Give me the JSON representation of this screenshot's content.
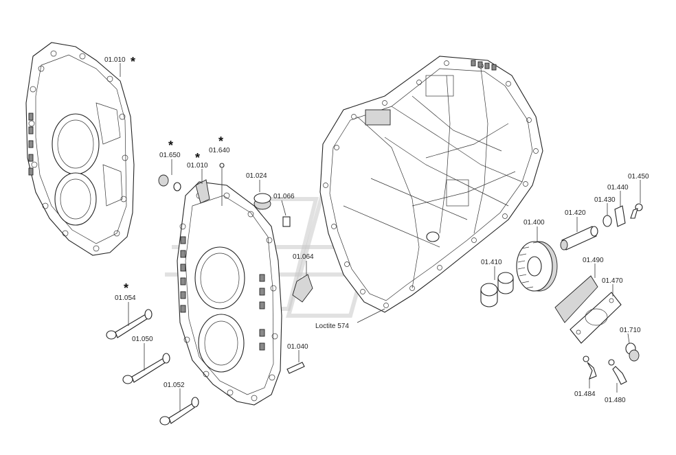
{
  "labels": {
    "l01010a": "01.010",
    "l01010b": "01.010",
    "l01650": "01.650",
    "l01640": "01.640",
    "l01024": "01.024",
    "l01066": "01.066",
    "l01064": "01.064",
    "l01054": "01.054",
    "l01050": "01.050",
    "l01052": "01.052",
    "l01040": "01.040",
    "loctite": "Loctite 574",
    "l01410": "01.410",
    "l01400": "01.400",
    "l01420": "01.420",
    "l01430": "01.430",
    "l01440": "01.440",
    "l01450": "01.450",
    "l01490": "01.490",
    "l01470": "01.470",
    "l01710": "01.710",
    "l01484": "01.484",
    "l01480": "01.480"
  },
  "star_symbol": "*"
}
